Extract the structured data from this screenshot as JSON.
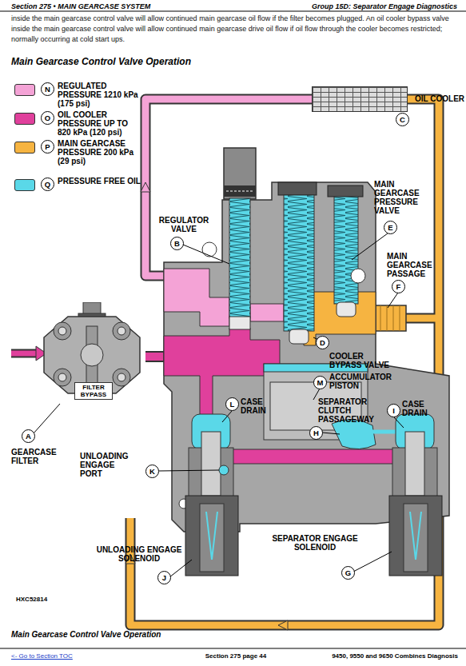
{
  "diagram": {
    "title": "Main Gearcase Control Valve Operation",
    "caption": "Main Gearcase Control Valve Operation",
    "nodes": [
      {
        "text": [
          "OIL COOLER"
        ]
      },
      {
        "text": [
          "FILTER BYPASS"
        ]
      }
    ],
    "labels": [
      "Section 275 • MAIN GEARCASE SYSTEM",
      "Group 15D: Separator Engage Diagnostics",
      "inside the main gearcase control valve will allow continued main gearcase oil flow if the filter becomes plugged. An oil cooler bypass valve inside the main gearcase control valve will allow continued main gearcase drive oil flow if oil flow through the cooler becomes restricted; normally occurring at cold start ups.",
      "N",
      "O",
      "P",
      "Q",
      "C",
      "REGULATOR VALVE",
      "B",
      "MAIN GEARCASE PRESSURE VALVE",
      "E",
      "MAIN GEARCASE PASSAGE",
      "F",
      "D",
      "COOLER BYPASS VALVE",
      "M",
      "ACCUMULATOR PISTON",
      "L",
      "CASE DRAIN",
      "SEPARATOR CLUTCH PASSAGEWAY",
      "H",
      "I",
      "CASE DRAIN",
      "A",
      "GEARCASE FILTER",
      "UNLOADING ENGAGE PORT",
      "K",
      "UNLOADING ENGAGE SOLENOID",
      "J",
      "SEPARATOR ENGAGE SOLENOID",
      "G",
      "HXC52814",
      "<- Go to Section TOC",
      "Section 275 page 44",
      "9450, 9550 and 9650 Combines Diagnosis"
    ],
    "legend": [
      {
        "text": "REGULATED PRESSURE 1210 kPa (175 psi)",
        "color": "#f4a3d6"
      },
      {
        "text": "OIL COOLER PRESSURE UP TO 820 kPa (120 psi)",
        "color": "#e0409c"
      },
      {
        "text": "MAIN GEARCASE PRESSURE 200 kPa (29 psi)",
        "color": "#f6b441"
      },
      {
        "text": "PRESSURE FREE OIL",
        "color": "#5ad8e8"
      }
    ]
  }
}
